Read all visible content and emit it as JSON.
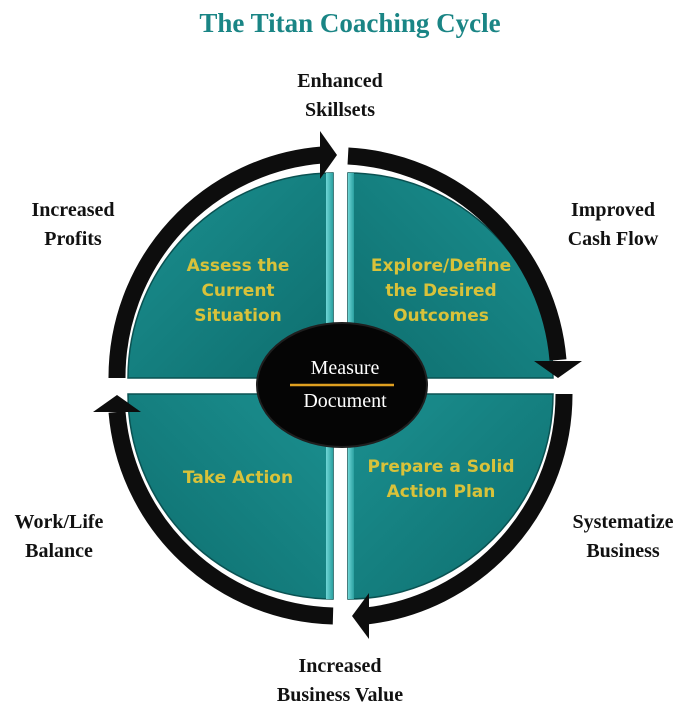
{
  "title": "The Titan Coaching Cycle",
  "outer_labels": {
    "top": "Enhanced\nSkillsets",
    "top_right": "Improved\nCash Flow",
    "bottom_right": "Systematize\nBusiness",
    "bottom": "Increased\nBusiness Value",
    "bottom_left": "Work/Life\nBalance",
    "top_left": "Increased\nProfits"
  },
  "quadrants": {
    "top_left": "Assess the\nCurrent\nSituation",
    "top_right": "Explore/Define\nthe Desired\nOutcomes",
    "bottom_right": "Prepare a Solid\nAction Plan",
    "bottom_left": "Take Action"
  },
  "center": {
    "line1": "Measure",
    "line2": "Document"
  },
  "colors": {
    "title": "#1a8585",
    "quadrant_fill": "#137f7f",
    "quadrant_text": "#d8c23a",
    "arrow": "#0d0d0d",
    "center_fill": "#050505",
    "center_divider": "#e0a020",
    "center_text": "#ffffff"
  }
}
